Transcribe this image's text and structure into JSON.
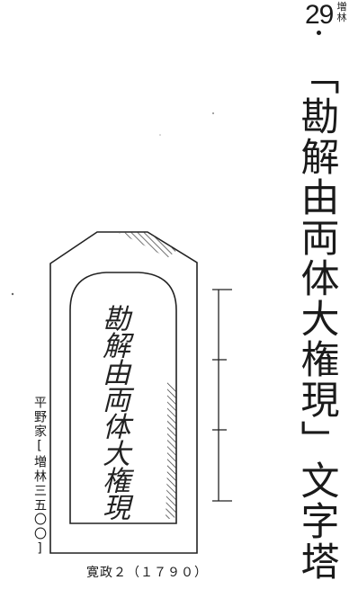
{
  "entry": {
    "number": "29",
    "place_tag": "増林"
  },
  "title": "「勘解由両体大権現」文字塔",
  "stone": {
    "inscription": "勘解由両体大権現"
  },
  "owner_caption": "平野家[増林三五〇〇]",
  "date_caption": "寛政２（１７９０）"
}
